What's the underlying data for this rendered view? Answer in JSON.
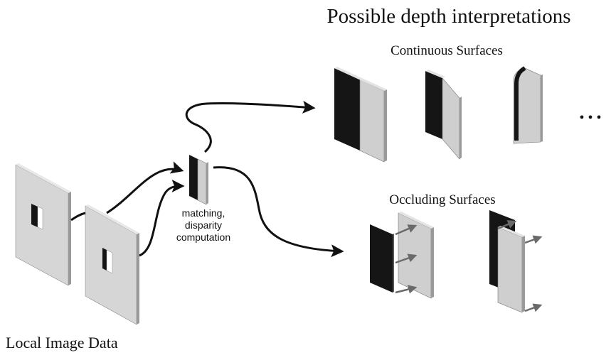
{
  "figure": {
    "heading": "Possible depth interpretations",
    "continuous_label": "Continuous Surfaces",
    "occluding_label": "Occluding Surfaces",
    "ellipsis": "• • •",
    "process_label": [
      "matching,",
      "disparity",
      "computation"
    ],
    "input_label": "Local Image Data"
  },
  "colors": {
    "panel_light": "#d4d4d4",
    "panel_side": "#a9a9a9",
    "panel_dark": "#151515",
    "arrow": "#111111",
    "vector_arrow": "#6a6a6a"
  }
}
